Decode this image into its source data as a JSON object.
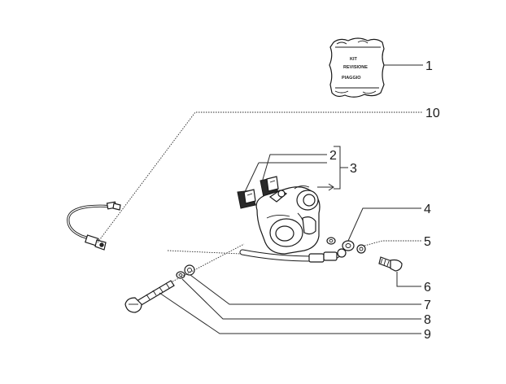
{
  "diagram": {
    "kit_label": {
      "line1": "KIT",
      "line2": "REVISIONE",
      "line3": "PIAGGIO"
    },
    "callouts": [
      {
        "id": "c1",
        "label": "1"
      },
      {
        "id": "c2",
        "label": "2"
      },
      {
        "id": "c3",
        "label": "3"
      },
      {
        "id": "c4",
        "label": "4"
      },
      {
        "id": "c5",
        "label": "5"
      },
      {
        "id": "c6",
        "label": "6"
      },
      {
        "id": "c7",
        "label": "7"
      },
      {
        "id": "c8",
        "label": "8"
      },
      {
        "id": "c9",
        "label": "9"
      },
      {
        "id": "c10",
        "label": "10"
      }
    ],
    "colors": {
      "line": "#1a1a1a",
      "background": "#ffffff"
    }
  }
}
